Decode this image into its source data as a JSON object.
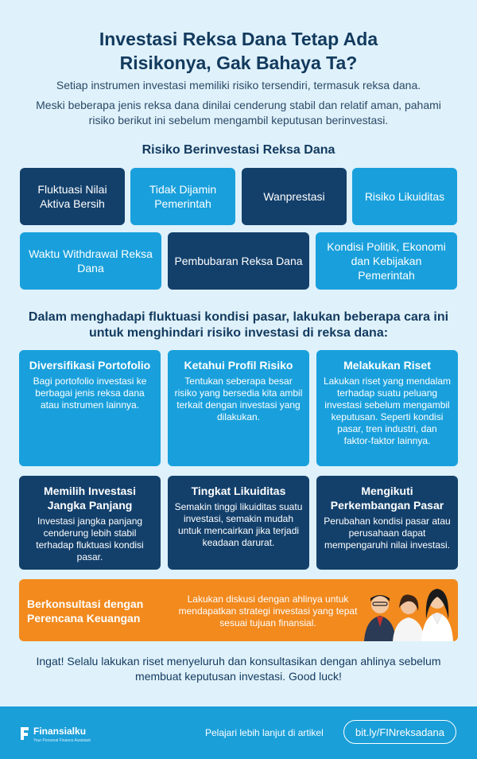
{
  "title_line1": "Investasi Reksa Dana Tetap Ada",
  "title_line2": "Risikonya, Gak Bahaya Ta?",
  "intro_1": "Setiap instrumen investasi memiliki risiko tersendiri, termasuk reksa dana.",
  "intro_2": "Meski beberapa jenis reksa dana dinilai cenderung stabil dan relatif aman, pahami risiko berikut ini sebelum mengambil keputusan berinvestasi.",
  "risks_title": "Risiko Berinvestasi Reksa Dana",
  "risks": [
    {
      "label": "Fluktuasi Nilai Aktiva Bersih",
      "color": "#13406b"
    },
    {
      "label": "Tidak Dijamin Pemerintah",
      "color": "#19a0dc"
    },
    {
      "label": "Wanprestasi",
      "color": "#13406b"
    },
    {
      "label": "Risiko Likuiditas",
      "color": "#19a0dc"
    },
    {
      "label": "Waktu Withdrawal Reksa Dana",
      "color": "#19a0dc"
    },
    {
      "label": "Pembubaran Reksa Dana",
      "color": "#13406b"
    },
    {
      "label": "Kondisi Politik, Ekonomi dan Kebijakan Pemerintah",
      "color": "#19a0dc"
    }
  ],
  "lead": "Dalam menghadapi fluktuasi kondisi pasar, lakukan beberapa cara ini untuk menghindari risiko investasi di reksa dana:",
  "tips": [
    {
      "title": "Diversifikasi Portofolio",
      "desc": "Bagi portofolio investasi ke berbagai jenis reksa dana atau instrumen lainnya."
    },
    {
      "title": "Ketahui Profil Risiko",
      "desc": "Tentukan seberapa besar risiko yang bersedia kita ambil terkait dengan investasi yang dilakukan."
    },
    {
      "title": "Melakukan Riset",
      "desc": "Lakukan riset yang mendalam terhadap suatu peluang investasi sebelum mengambil keputusan. Seperti kondisi pasar, tren industri, dan faktor-faktor lainnya."
    },
    {
      "title": "Memilih Investasi Jangka Panjang",
      "desc": "Investasi jangka panjang cenderung lebih stabil terhadap fluktuasi kondisi pasar."
    },
    {
      "title": "Tingkat Likuiditas",
      "desc": "Semakin tinggi likuiditas suatu investasi, semakin mudah untuk mencairkan jika terjadi keadaan darurat."
    },
    {
      "title": "Mengikuti Perkembangan Pasar",
      "desc": "Perubahan kondisi pasar atau perusahaan dapat mempengaruhi nilai investasi."
    }
  ],
  "consult_title": "Berkonsultasi dengan Perencana Keuangan",
  "consult_desc": "Lakukan diskusi dengan ahlinya untuk mendapatkan strategi investasi yang tepat sesuai tujuan finansial.",
  "outro": "Ingat! Selalu lakukan riset menyeluruh dan konsultasikan dengan ahlinya sebelum membuat keputusan investasi. Good luck!",
  "footer": {
    "brand": "Finansialku",
    "tagline": "Your Personal Finance Assistant",
    "more": "Pelajari lebih lanjut di artikel",
    "link": "bit.ly/FINreksadana"
  },
  "colors": {
    "dark": "#13406b",
    "light": "#19a0dc",
    "orange": "#f28a1e",
    "bg": "#dff1fb"
  }
}
